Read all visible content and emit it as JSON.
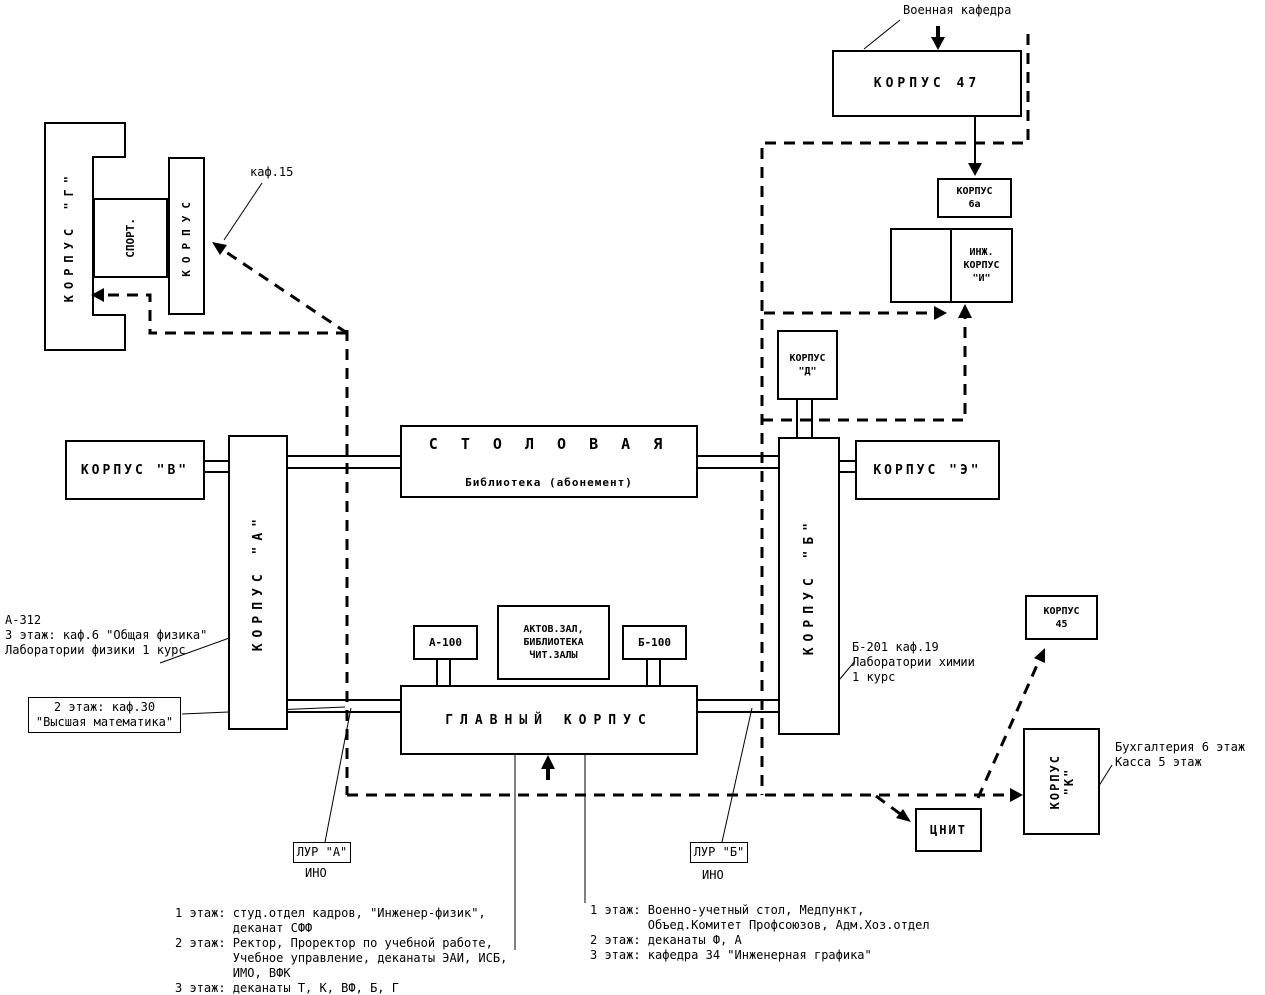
{
  "nodes": {
    "korpus_47": {
      "label": "КОРПУС 47"
    },
    "korpus_6a": {
      "label": "КОРПУС\n6а"
    },
    "inzh_korpus_i": {
      "label": "ИНЖ.\nКОРПУС\n\"И\""
    },
    "korpus_d": {
      "label": "КОРПУС\n\"Д\""
    },
    "korpus_g": {
      "label": "КОРПУС \"Г\""
    },
    "sport_hall": {
      "label": "СПОРТ."
    },
    "korpus_g_annex": {
      "label": "КОРПУС"
    },
    "korpus_v": {
      "label": "КОРПУС \"В\""
    },
    "korpus_a": {
      "label": "КОРПУС \"А\""
    },
    "stolovaya": {
      "line1": "С Т О Л О В А Я",
      "line2": "Библиотека (абонемент)"
    },
    "korpus_b": {
      "label": "КОРПУС \"Б\""
    },
    "korpus_e": {
      "label": "КОРПУС \"Э\""
    },
    "aktov_zal": {
      "label": "АКТОВ.ЗАЛ,\nБИБЛИОТЕКА\nЧИТ.ЗАЛЫ"
    },
    "a_100": {
      "label": "А-100"
    },
    "b_100": {
      "label": "Б-100"
    },
    "glavny_korpus": {
      "label": "ГЛАВНЫЙ КОРПУС"
    },
    "korpus_45": {
      "label": "КОРПУС\n45"
    },
    "korpus_k": {
      "label": "КОРПУС\n\"К\""
    },
    "tsnit": {
      "label": "ЦНИТ"
    }
  },
  "annotations": {
    "voennaya_kafedra": "Военная кафедра",
    "kaf_15": "каф.15",
    "a_312": "А-312\n3 этаж: каф.6 \"Общая физика\"\nЛаборатории физики 1 курс",
    "kaf_30": "2 этаж: каф.30\n\"Высшая математика\"",
    "b_201": "Б-201 каф.19\nЛаборатории химии\n1 курс",
    "lur_a": "ЛУР \"А\"",
    "ino_a": "ИНО",
    "lur_b": "ЛУР \"Б\"",
    "ino_b": "ИНО",
    "buhgalteria": "Бухгалтерия 6 этаж\nКасса 5 этаж",
    "glavny_floors": "1 этаж: студ.отдел кадров, \"Инженер-физик\",\n        деканат СФФ\n2 этаж: Ректор, Проректор по учебной работе,\n        Учебное управление, деканаты ЭАИ, ИСБ,\n        ИМО, ВФК\n3 этаж: деканаты Т, К, ВФ, Б, Г",
    "korpus_b_floors": "1 этаж: Военно-учетный стол, Медпункт,\n        Объед.Комитет Профсоюзов, Адм.Хоз.отдел\n2 этаж: деканаты Ф, А\n3 этаж: кафедра 34 \"Инженерная графика\""
  },
  "colors": {
    "line": "#000000",
    "background": "#ffffff"
  }
}
